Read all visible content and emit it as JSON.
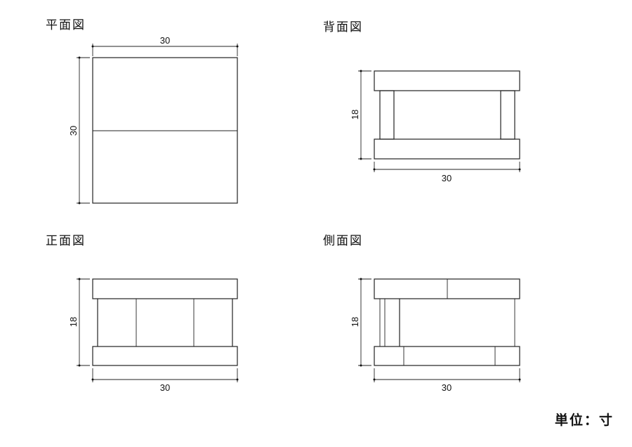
{
  "views": {
    "plan": {
      "title": "平面図",
      "width_label": "30",
      "depth_label": "30"
    },
    "back": {
      "title": "背面図",
      "height_label": "18",
      "width_label": "30"
    },
    "front": {
      "title": "正面図",
      "height_label": "18",
      "width_label": "30"
    },
    "side": {
      "title": "側面図",
      "height_label": "18",
      "width_label": "30"
    }
  },
  "unit_note": "単位：寸"
}
